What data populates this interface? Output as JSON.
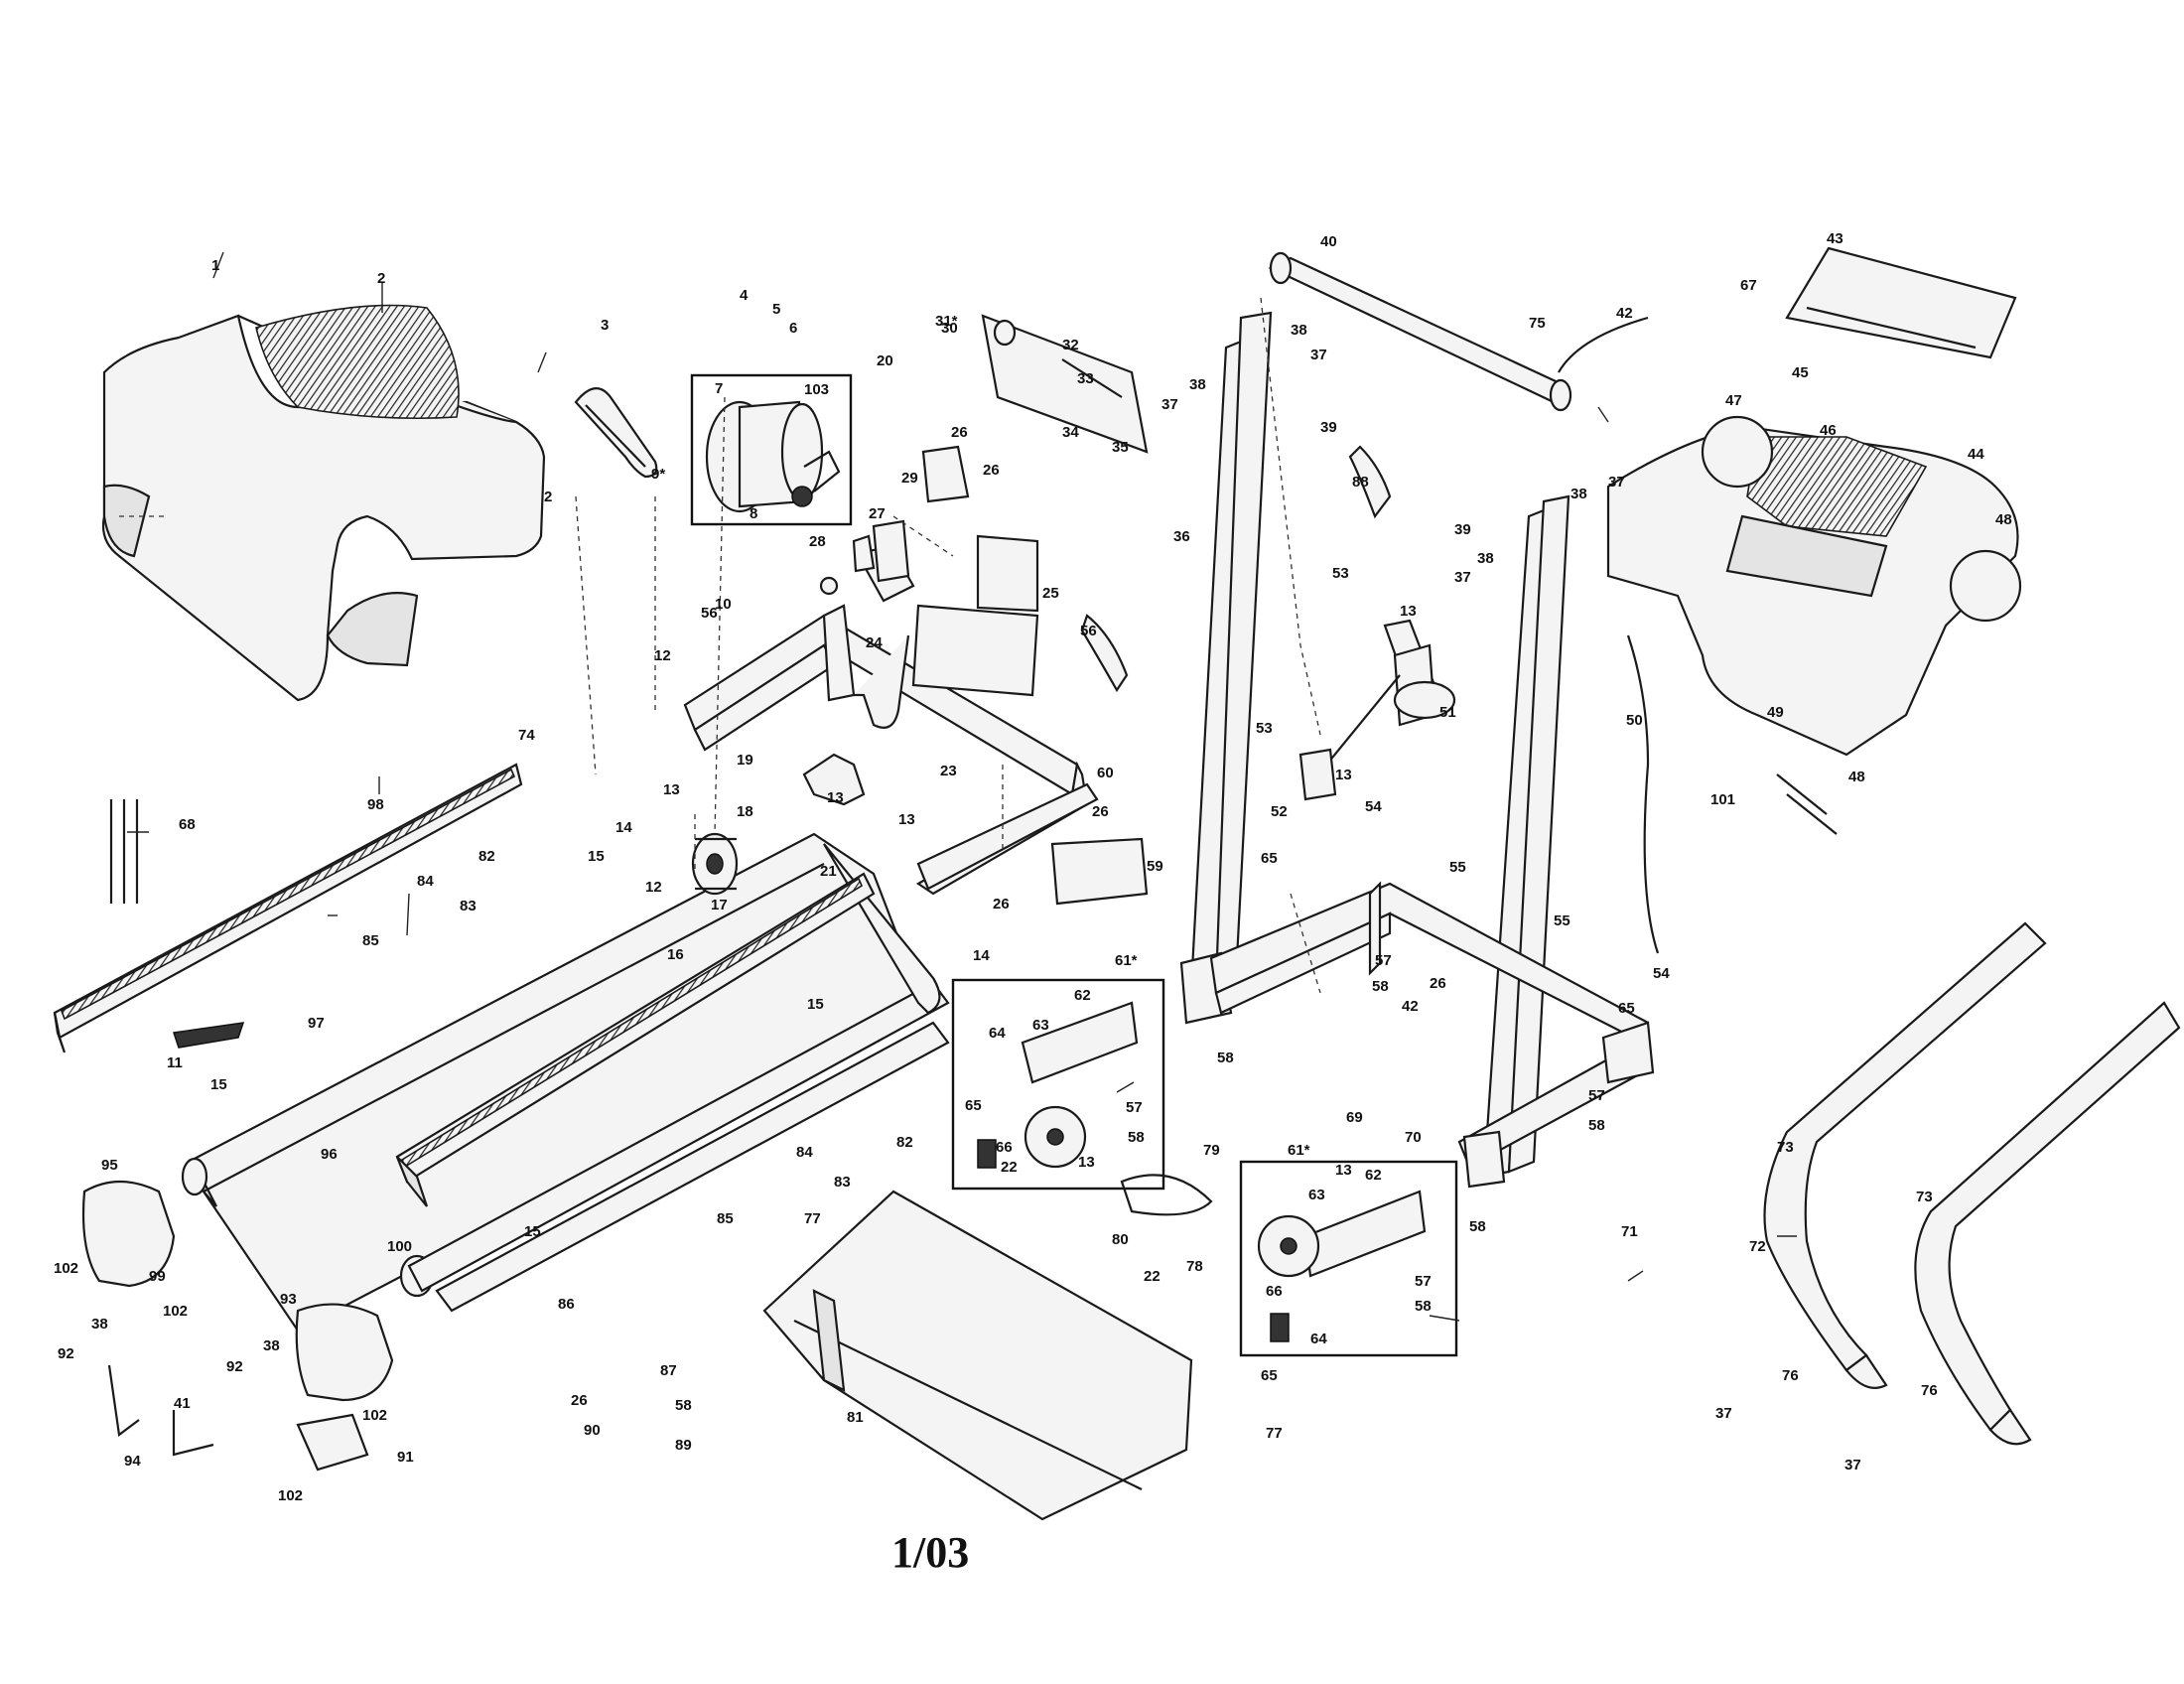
{
  "revision": "1/03",
  "labels": [
    "1",
    "2",
    "3",
    "4",
    "5",
    "6",
    "7",
    "8",
    "9*",
    "10",
    "11",
    "12",
    "13",
    "14",
    "15",
    "16",
    "17",
    "18",
    "19",
    "20",
    "21",
    "22",
    "23",
    "24",
    "25",
    "26",
    "27",
    "28",
    "29",
    "30",
    "31*",
    "32",
    "33",
    "34",
    "35",
    "36",
    "37",
    "38",
    "39",
    "40",
    "41",
    "42",
    "43",
    "44",
    "45",
    "46",
    "47",
    "48",
    "49",
    "50",
    "51",
    "52",
    "53",
    "54",
    "55",
    "56",
    "57",
    "58",
    "59",
    "60",
    "61*",
    "62",
    "63",
    "64",
    "65",
    "66",
    "67",
    "68",
    "69",
    "70",
    "71",
    "72",
    "73",
    "74",
    "75",
    "76",
    "77",
    "78",
    "79",
    "80",
    "81",
    "82",
    "83",
    "84",
    "85",
    "86",
    "87",
    "88",
    "89",
    "90",
    "91",
    "92",
    "93",
    "94",
    "95",
    "96",
    "97",
    "98",
    "99",
    "100",
    "101",
    "102",
    "103"
  ]
}
